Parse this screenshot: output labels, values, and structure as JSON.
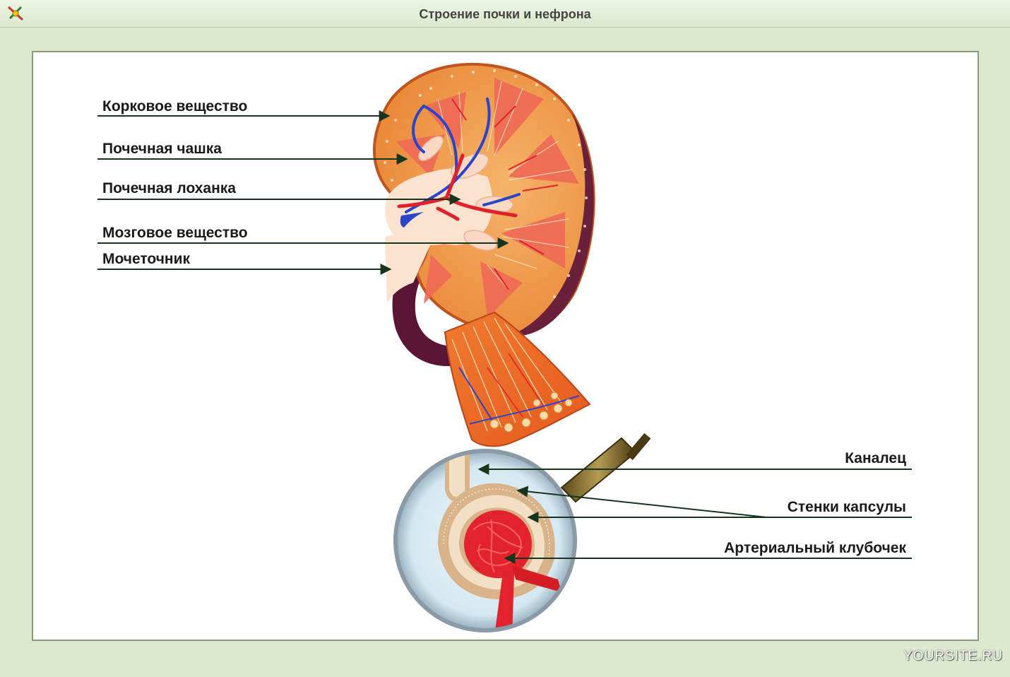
{
  "window": {
    "title": "Строение почки и нефрона"
  },
  "labels": {
    "cortex": "Корковое вещество",
    "calyx": "Почечная чашка",
    "pelvis": "Почечная лоханка",
    "medulla": "Мозговое вещество",
    "ureter": "Мочеточник",
    "tubule": "Каналец",
    "capsule_walls": "Стенки капсулы",
    "glomerulus": "Артериальный клубочек"
  },
  "watermark": "YOURSITE.RU",
  "colors": {
    "cortex": "#f0993e",
    "medulla": "#ee6a50",
    "artery": "#e0202a",
    "vein": "#2a45c8",
    "ureter": "#5a1535",
    "leader": "#17341c"
  }
}
